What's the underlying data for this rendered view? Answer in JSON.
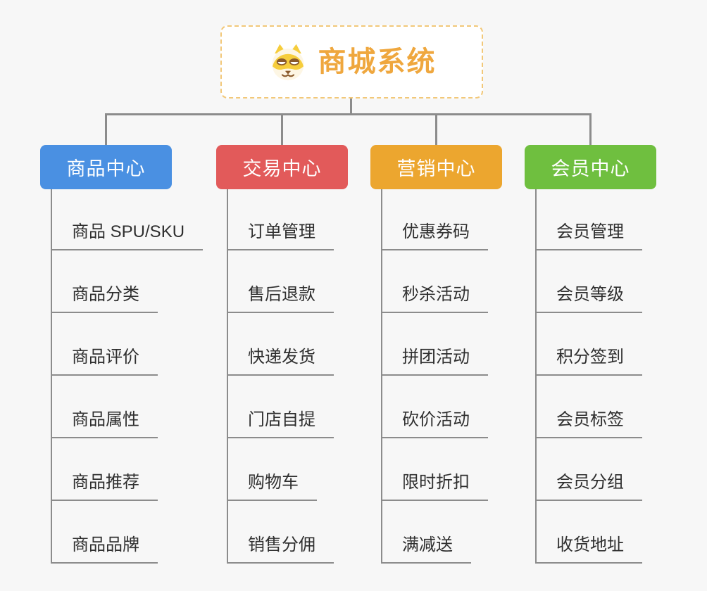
{
  "root": {
    "title": "商城系统",
    "icon": "dog-face-icon",
    "title_color": "#EFA73E",
    "border_color": "#F2C879"
  },
  "style": {
    "background": "#F7F7F7",
    "connector_color": "#8C8C8C",
    "leaf_text_color": "#2F2F2F"
  },
  "branches": [
    {
      "label": "商品中心",
      "color": "#4A90E2",
      "items": [
        "商品 SPU/SKU",
        "商品分类",
        "商品评价",
        "商品属性",
        "商品推荐",
        "商品品牌"
      ]
    },
    {
      "label": "交易中心",
      "color": "#E25A5A",
      "items": [
        "订单管理",
        "售后退款",
        "快递发货",
        "门店自提",
        "购物车",
        "销售分佣"
      ]
    },
    {
      "label": "营销中心",
      "color": "#ECA62F",
      "items": [
        "优惠券码",
        "秒杀活动",
        "拼团活动",
        "砍价活动",
        "限时折扣",
        "满减送"
      ]
    },
    {
      "label": "会员中心",
      "color": "#6FBF3F",
      "items": [
        "会员管理",
        "会员等级",
        "积分签到",
        "会员标签",
        "会员分组",
        "收货地址"
      ]
    }
  ]
}
